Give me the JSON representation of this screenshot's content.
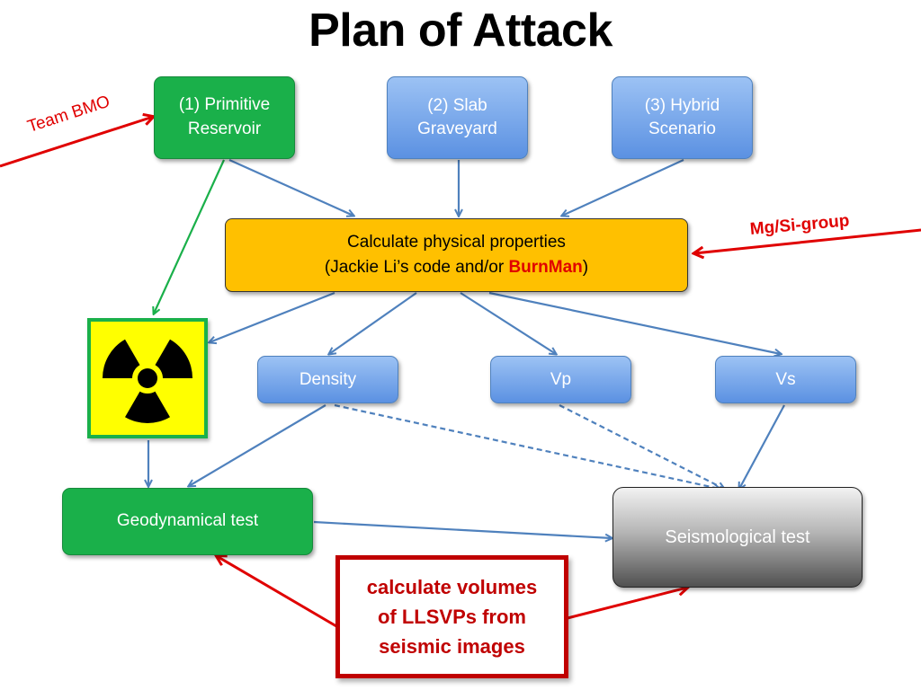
{
  "title": "Plan of Attack",
  "scenarios": [
    {
      "line1": "(1) Primitive",
      "line2": "Reservoir"
    },
    {
      "line1": "(2) Slab",
      "line2": "Graveyard"
    },
    {
      "line1": "(3) Hybrid",
      "line2": "Scenario"
    }
  ],
  "calc": {
    "line1": "Calculate physical properties",
    "line2_prefix": "(Jackie Li’s code and/or ",
    "line2_highlight": "BurnMan",
    "line2_suffix": ")"
  },
  "properties": [
    "Density",
    "Vp",
    "Vs"
  ],
  "tests": {
    "geodynamical": "Geodynamical test",
    "seismological": "Seismological test"
  },
  "volumes_box": {
    "line1": "calculate volumes",
    "line2": "of LLSVPs from",
    "line3": "seismic images"
  },
  "tags": {
    "team_bmo": "Team BMO",
    "mgsi_group": "Mg/Si-group"
  },
  "icons": {
    "radiation": "radiation-hazard-icon"
  },
  "colors": {
    "blue_arrow": "#4f81bd",
    "green_arrow": "#1ab04a",
    "red_arrow": "#e00000",
    "green_box": "#1ab04a",
    "orange_box": "#ffc000",
    "hazard_yellow": "#ffff00"
  }
}
